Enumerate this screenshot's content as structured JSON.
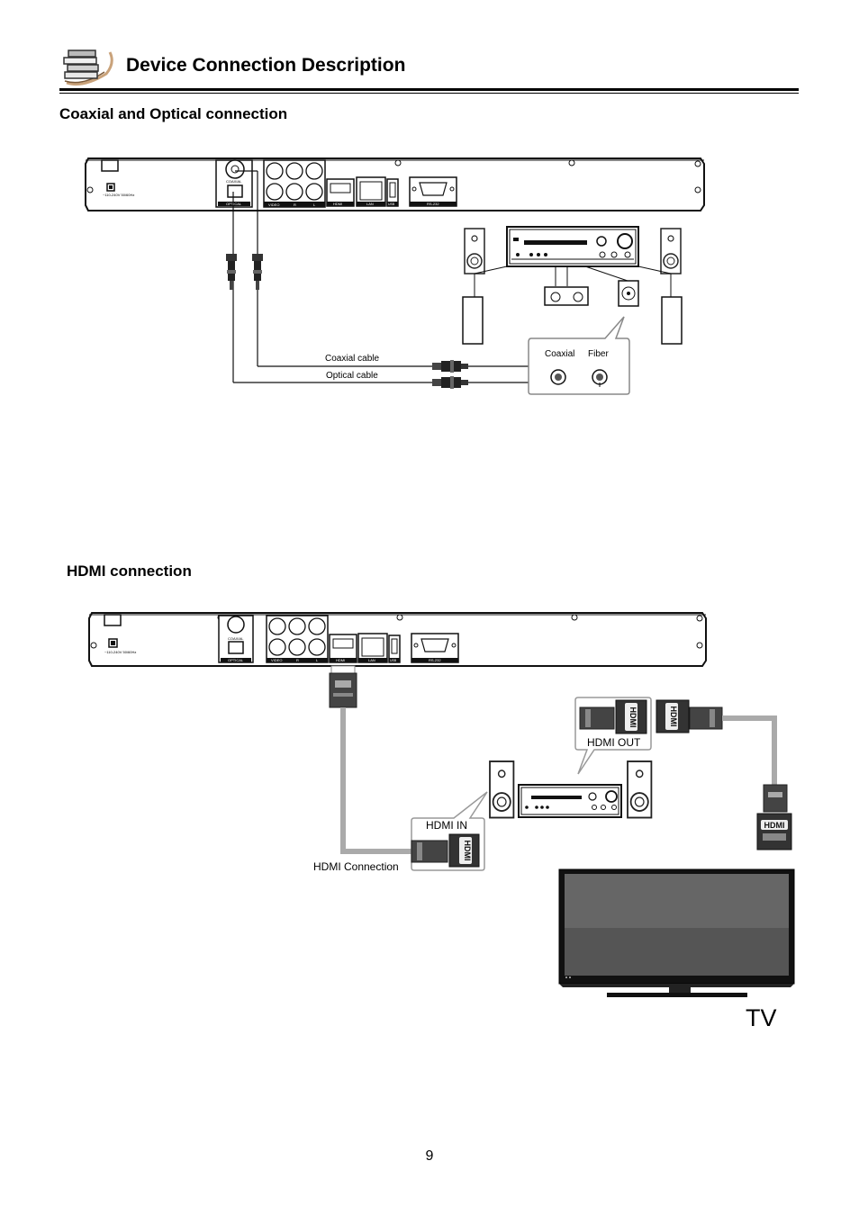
{
  "header": {
    "title": "Device Connection Description"
  },
  "sections": {
    "coaxial_optical": {
      "title": "Coaxial and Optical connection",
      "coaxial_cable_label": "Coaxial cable",
      "optical_cable_label": "Optical cable",
      "coaxial_jack_label": "Coaxial",
      "fiber_jack_label": "Fiber"
    },
    "hdmi": {
      "title": "HDMI connection",
      "hdmi_out_label": "HDMI OUT",
      "hdmi_in_label": "HDMI IN",
      "hdmi_connection_label": "HDMI Connection",
      "tv_label": "TV"
    }
  },
  "player_panel": {
    "power_label": "~110-240V 50/60Hz",
    "coaxial_label": "COAXIAL",
    "optical_label": "OPTICAL",
    "video_label": "VIDEO",
    "r_label": "R",
    "l_label": "L",
    "hdmi_label": "HDMI",
    "lan_label": "LAN",
    "usb_label": "USB",
    "rs232_label": "RS-232"
  },
  "hdmi_logo_text": "HDMI",
  "footer": {
    "page_number": "9"
  }
}
